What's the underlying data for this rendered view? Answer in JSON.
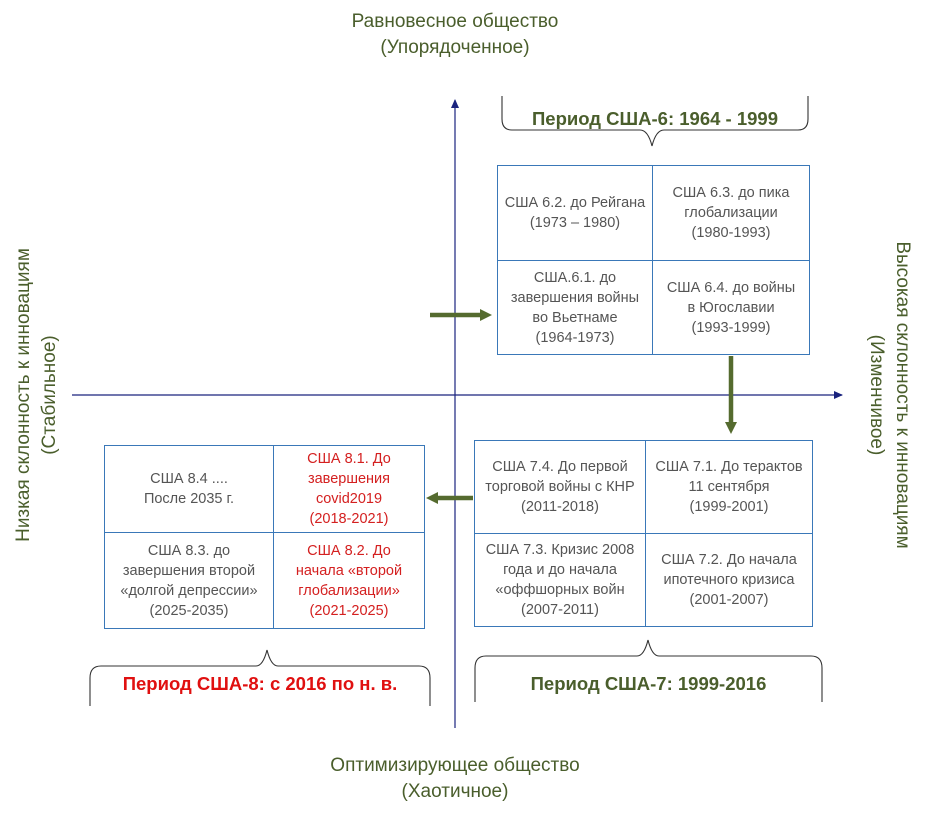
{
  "axes": {
    "top": [
      "Равновесное общество",
      "(Упорядоченное)"
    ],
    "bottom": [
      "Оптимизирующее общество",
      "(Хаотичное)"
    ],
    "left": [
      "Низкая склонность к инновациям",
      "(Стабильное)"
    ],
    "right": [
      "Высокая склонность к инновациям",
      "(Изменчивое)"
    ]
  },
  "periods": {
    "usa6": "Период США-6: 1964 - 1999",
    "usa7": "Период США-7: 1999-2016",
    "usa8": "Период США-8: с 2016 по н. в."
  },
  "cells": {
    "c62": [
      "США 6.2. до Рейгана",
      "(1973 – 1980)"
    ],
    "c63": [
      "США 6.3. до пика",
      "глобализации",
      "(1980-1993)"
    ],
    "c61": [
      "США.6.1. до",
      "завершения войны",
      "во Вьетнаме",
      "(1964-1973)"
    ],
    "c64": [
      "США 6.4. до войны",
      "в Югославии",
      "(1993-1999)"
    ],
    "c74": [
      "США 7.4. До первой",
      "торговой войны с КНР",
      "(2011-2018)"
    ],
    "c71": [
      "США 7.1. До терактов",
      "11 сентября",
      "(1999-2001)"
    ],
    "c73": [
      "США 7.3. Кризис 2008",
      "года и до начала",
      "«оффшорных войн",
      "(2007-2011)"
    ],
    "c72": [
      "США 7.2. До начала",
      "ипотечного кризиса",
      "(2001-2007)"
    ],
    "c84": [
      "США 8.4 ....",
      "После 2035 г."
    ],
    "c81": [
      "США 8.1. До",
      "завершения",
      "covid2019",
      "(2018-2021)"
    ],
    "c83": [
      "США 8.3. до",
      "завершения второй",
      "«долгой депрессии»",
      "(2025-2035)"
    ],
    "c82": [
      "США 8.2. До",
      "начала «второй",
      "глобализации»",
      "(2021-2025)"
    ]
  },
  "colors": {
    "axis": "#1a237e",
    "cell_border": "#3a78b8",
    "arrow": "#556b2f",
    "green_text": "#4a5e2c",
    "red_text": "#e01010"
  }
}
